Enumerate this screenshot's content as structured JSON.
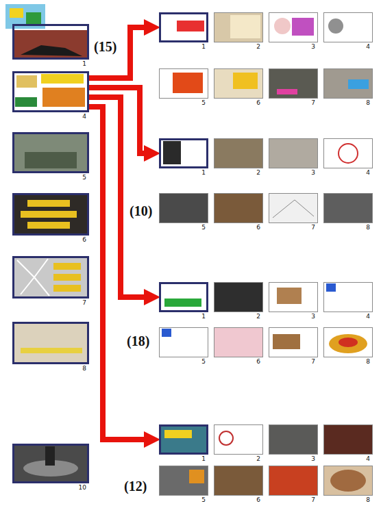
{
  "diagram": {
    "nodes": [
      {
        "text": [
          "1"
        ]
      },
      {
        "text": [
          "4"
        ]
      },
      {
        "text": [
          "5"
        ]
      },
      {
        "text": [
          "6"
        ]
      },
      {
        "text": [
          "7"
        ]
      },
      {
        "text": [
          "8"
        ]
      },
      {
        "text": [
          "10"
        ]
      },
      {
        "text": [
          "1"
        ]
      },
      {
        "text": [
          "2"
        ]
      },
      {
        "text": [
          "3"
        ]
      },
      {
        "text": [
          "4"
        ]
      },
      {
        "text": [
          "5"
        ]
      },
      {
        "text": [
          "6"
        ]
      },
      {
        "text": [
          "7"
        ]
      },
      {
        "text": [
          "8"
        ]
      },
      {
        "text": [
          "1"
        ]
      },
      {
        "text": [
          "2"
        ]
      },
      {
        "text": [
          "3"
        ]
      },
      {
        "text": [
          "4"
        ]
      },
      {
        "text": [
          "5"
        ]
      },
      {
        "text": [
          "6"
        ]
      },
      {
        "text": [
          "7"
        ]
      },
      {
        "text": [
          "8"
        ]
      },
      {
        "text": [
          "1"
        ]
      },
      {
        "text": [
          "2"
        ]
      },
      {
        "text": [
          "3"
        ]
      },
      {
        "text": [
          "4"
        ]
      },
      {
        "text": [
          "5"
        ]
      },
      {
        "text": [
          "6"
        ]
      },
      {
        "text": [
          "7"
        ]
      },
      {
        "text": [
          "8"
        ]
      },
      {
        "text": [
          "1"
        ]
      },
      {
        "text": [
          "2"
        ]
      },
      {
        "text": [
          "3"
        ]
      },
      {
        "text": [
          "4"
        ]
      },
      {
        "text": [
          "5"
        ]
      },
      {
        "text": [
          "6"
        ]
      },
      {
        "text": [
          "7"
        ]
      },
      {
        "text": [
          "8"
        ]
      }
    ],
    "edges": [
      {
        "from": 1,
        "to": 7,
        "arrow": "to"
      },
      {
        "from": 1,
        "to": 15,
        "arrow": "to"
      },
      {
        "from": 1,
        "to": 23,
        "arrow": "to"
      },
      {
        "from": 1,
        "to": 31,
        "arrow": "to"
      }
    ],
    "labels": [
      "(15)",
      "(10)",
      "(18)",
      "(12)"
    ]
  }
}
